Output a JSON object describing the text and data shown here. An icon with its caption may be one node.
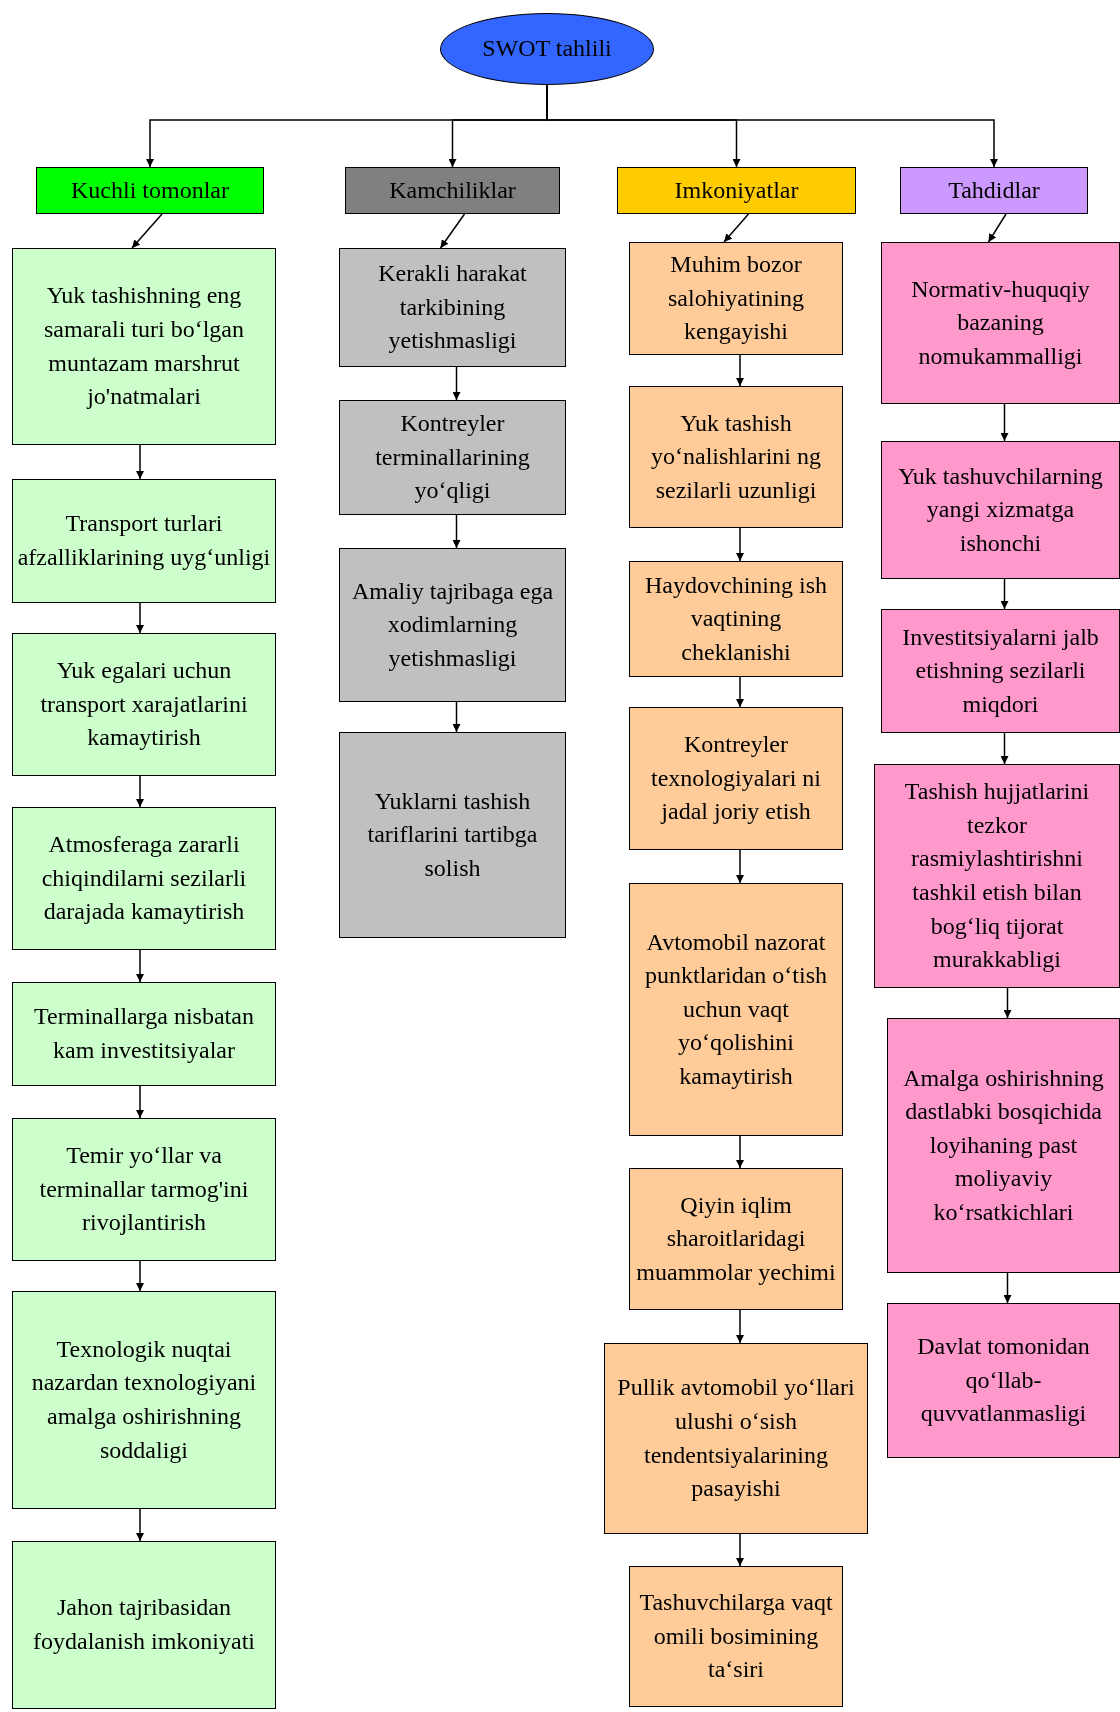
{
  "diagram": {
    "nodes": [
      {
        "text": [
          "SWOT tahlili"
        ]
      },
      {
        "text": [
          "Kuchli tomonlar"
        ]
      },
      {
        "text": [
          "Kamchiliklar"
        ]
      },
      {
        "text": [
          "Imkoniyatlar"
        ]
      },
      {
        "text": [
          "Tahdidlar"
        ]
      },
      {
        "text": [
          "Yuk tashishning eng samarali turi bo‘lgan muntazam marshrut jo'natmalari"
        ]
      },
      {
        "text": [
          "Transport turlari afzalliklarining uyg‘unligi"
        ]
      },
      {
        "text": [
          "Yuk egalari uchun transport xarajatlarini kamaytirish"
        ]
      },
      {
        "text": [
          "Atmosferaga zararli chiqindilarni sezilarli darajada kamaytirish"
        ]
      },
      {
        "text": [
          "Terminallarga nisbatan kam investitsiyalar"
        ]
      },
      {
        "text": [
          "Temir yo‘llar va terminallar tarmog'ini rivojlantirish"
        ]
      },
      {
        "text": [
          "Texnologik nuqtai nazardan texnologiyani amalga oshirishning soddaligi"
        ]
      },
      {
        "text": [
          "Jahon tajribasidan foydalanish imkoniyati"
        ]
      },
      {
        "text": [
          "Kerakli harakat tarkibining yetishmasligi"
        ]
      },
      {
        "text": [
          "Kontreyler terminallarining yo‘qligi"
        ]
      },
      {
        "text": [
          "Amaliy tajribaga ega xodimlarning yetishmasligi"
        ]
      },
      {
        "text": [
          "Yuklarni tashish tariflarini tartibga solish"
        ]
      },
      {
        "text": [
          "Muhim bozor salohiyatining kengayishi"
        ]
      },
      {
        "text": [
          "Yuk tashish yo‘nalishlarini ng sezilarli uzunligi"
        ]
      },
      {
        "text": [
          "Haydovchining ish vaqtining cheklanishi"
        ]
      },
      {
        "text": [
          "Kontreyler texnologiyalari ni jadal joriy etish"
        ]
      },
      {
        "text": [
          "Avtomobil nazorat punktlaridan o‘tish uchun vaqt yo‘qolishini kamaytirish"
        ]
      },
      {
        "text": [
          "Qiyin iqlim sharoitlaridagi muammolar yechimi"
        ]
      },
      {
        "text": [
          "Pullik avtomobil yo‘llari ulushi o‘sish tendentsiyalarining pasayishi"
        ]
      },
      {
        "text": [
          "Tashuvchilarga vaqt omili bosimining ta‘siri"
        ]
      },
      {
        "text": [
          "Normativ-huquqiy bazaning nomukammalligi"
        ]
      },
      {
        "text": [
          "Yuk tashuvchilarning yangi xizmatga ishonchi"
        ]
      },
      {
        "text": [
          "Investitsiyalarni jalb etishning sezilarli miqdori"
        ]
      },
      {
        "text": [
          "Tashish hujjatlarini tezkor rasmiylashtirishni tashkil etish bilan bog‘liq tijorat murakkabligi"
        ]
      },
      {
        "text": [
          "Amalga oshirishning dastlabki bosqichida loyihaning past moliyaviy ko‘rsatkichlari"
        ]
      },
      {
        "text": [
          "Davlat tomonidan qo‘llab-quvvatlanmasligi"
        ]
      }
    ],
    "edges": [
      {
        "from": 0,
        "to": 1,
        "arrow": "to"
      },
      {
        "from": 0,
        "to": 2,
        "arrow": "to"
      },
      {
        "from": 0,
        "to": 3,
        "arrow": "to"
      },
      {
        "from": 0,
        "to": 4,
        "arrow": "to"
      },
      {
        "from": 1,
        "to": 5,
        "arrow": "to"
      },
      {
        "from": 5,
        "to": 6,
        "arrow": "to"
      },
      {
        "from": 6,
        "to": 7,
        "arrow": "to"
      },
      {
        "from": 7,
        "to": 8,
        "arrow": "to"
      },
      {
        "from": 8,
        "to": 9,
        "arrow": "to"
      },
      {
        "from": 9,
        "to": 10,
        "arrow": "to"
      },
      {
        "from": 10,
        "to": 11,
        "arrow": "to"
      },
      {
        "from": 11,
        "to": 12,
        "arrow": "to"
      },
      {
        "from": 2,
        "to": 13,
        "arrow": "to"
      },
      {
        "from": 13,
        "to": 14,
        "arrow": "to"
      },
      {
        "from": 14,
        "to": 15,
        "arrow": "to"
      },
      {
        "from": 15,
        "to": 16,
        "arrow": "to"
      },
      {
        "from": 3,
        "to": 17,
        "arrow": "to"
      },
      {
        "from": 17,
        "to": 18,
        "arrow": "to"
      },
      {
        "from": 18,
        "to": 19,
        "arrow": "to"
      },
      {
        "from": 19,
        "to": 20,
        "arrow": "to"
      },
      {
        "from": 20,
        "to": 21,
        "arrow": "to"
      },
      {
        "from": 21,
        "to": 22,
        "arrow": "to"
      },
      {
        "from": 22,
        "to": 23,
        "arrow": "to"
      },
      {
        "from": 23,
        "to": 24,
        "arrow": "to"
      },
      {
        "from": 4,
        "to": 25,
        "arrow": "to"
      },
      {
        "from": 25,
        "to": 26,
        "arrow": "to"
      },
      {
        "from": 26,
        "to": 27,
        "arrow": "to"
      },
      {
        "from": 27,
        "to": 28,
        "arrow": "to"
      },
      {
        "from": 28,
        "to": 29,
        "arrow": "to"
      },
      {
        "from": 29,
        "to": 30,
        "arrow": "to"
      }
    ]
  }
}
